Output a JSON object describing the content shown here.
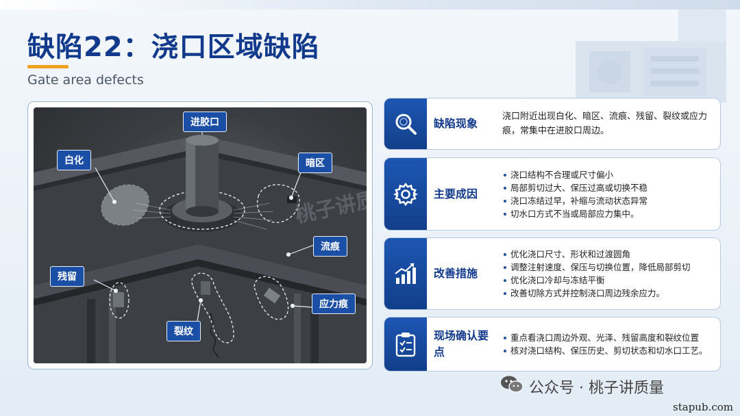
{
  "header": {
    "title": "缺陷22：浇口区域缺陷",
    "subtitle": "Gate area defects"
  },
  "photo": {
    "labels": {
      "gate": "进胶口",
      "whitening": "白化",
      "dark_zone": "暗区",
      "flow_mark": "流痕",
      "residue": "残留",
      "crack": "裂纹",
      "stress_mark": "应力痕"
    },
    "watermark": "桃子讲质量"
  },
  "cards": [
    {
      "icon": "search-icon",
      "title": "缺陷现象",
      "text": "浇口附近出现白化、暗区、流痕、残留、裂纹或应力痕，常集中在进胶口周边。"
    },
    {
      "icon": "gear-icon",
      "title": "主要成因",
      "items": [
        "浇口结构不合理或尺寸偏小",
        "局部剪切过大、保压过高或切换不稳",
        "浇口冻结过早，补缩与流动状态异常",
        "切水口方式不当或局部应力集中。"
      ]
    },
    {
      "icon": "chart-up-icon",
      "title": "改善措施",
      "items": [
        "优化浇口尺寸、形状和过渡圆角",
        "调整注射速度、保压与切换位置，降低局部剪切",
        "优化浇口冷却与冻结平衡",
        "改善切除方式并控制浇口周边残余应力。"
      ]
    },
    {
      "icon": "clipboard-check-icon",
      "title": "现场确认要点",
      "items": [
        "重点看浇口周边外观、光泽、残留高度和裂纹位置",
        "核对浇口结构、保压历史、剪切状态和切水口工艺。"
      ]
    }
  ],
  "footer": {
    "account": "公众号 · 桃子讲质量",
    "site": "stapub.com"
  },
  "colors": {
    "brand_blue": "#123a8c",
    "accent_orange": "#f0a020",
    "callout_blue": "#1b4fa6"
  }
}
